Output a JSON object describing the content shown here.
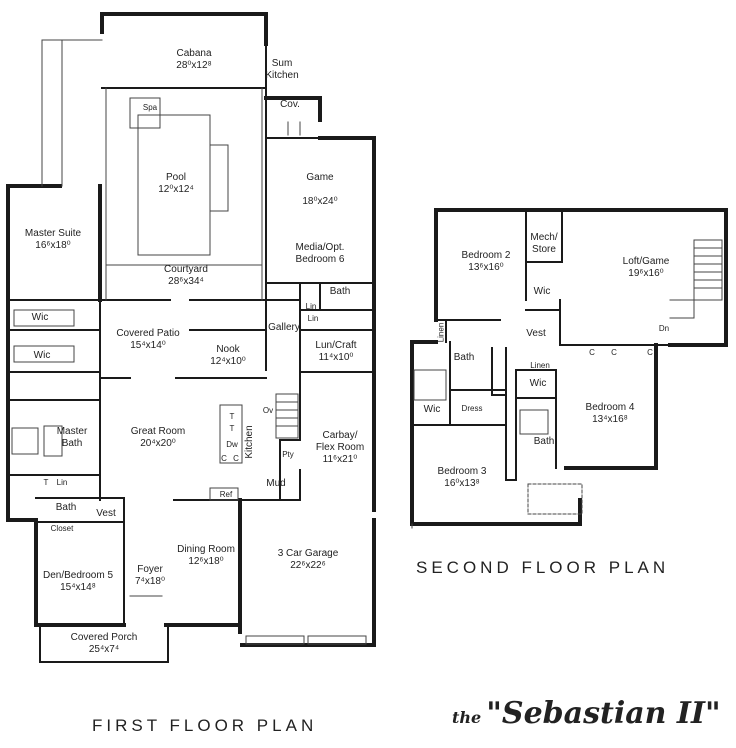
{
  "first_floor": {
    "title": "FIRST FLOOR PLAN",
    "rooms": {
      "cabana": {
        "name": "Cabana",
        "dims": "28⁰x12⁸"
      },
      "sum_kitchen": {
        "name": "Sum\nKitchen"
      },
      "cov": {
        "name": "Cov."
      },
      "spa": {
        "name": "Spa"
      },
      "pool": {
        "name": "Pool",
        "dims": "12⁰x12⁴"
      },
      "courtyard": {
        "name": "Courtyard",
        "dims": "28⁶x34⁴"
      },
      "game": {
        "name": "Game",
        "dims": "18⁰x24⁰"
      },
      "media": {
        "name": "Media/Opt.\nBedroom 6"
      },
      "master_suite": {
        "name": "Master Suite",
        "dims": "16⁶x18⁰"
      },
      "wic1": {
        "name": "Wic"
      },
      "wic2": {
        "name": "Wic"
      },
      "covered_patio": {
        "name": "Covered Patio",
        "dims": "15⁴x14⁰"
      },
      "nook": {
        "name": "Nook",
        "dims": "12⁴x10⁰"
      },
      "bath_upper": {
        "name": "Bath"
      },
      "lin1": {
        "name": "Lin"
      },
      "lin2": {
        "name": "Lin"
      },
      "gallery": {
        "name": "Gallery"
      },
      "lun_craft": {
        "name": "Lun/Craft",
        "dims": "11⁴x10⁰"
      },
      "master_bath": {
        "name": "Master\nBath"
      },
      "great_room": {
        "name": "Great Room",
        "dims": "20⁴x20⁰"
      },
      "kitchen": {
        "name": "Kitchen"
      },
      "ov": {
        "name": "Ov"
      },
      "pty": {
        "name": "Pty"
      },
      "carbay": {
        "name": "Carbay/\nFlex Room",
        "dims": "11⁶x21⁰"
      },
      "t_small": {
        "name": "T"
      },
      "lin3": {
        "name": "Lin"
      },
      "bath_lower": {
        "name": "Bath"
      },
      "vest": {
        "name": "Vest"
      },
      "closet": {
        "name": "Closet"
      },
      "ref": {
        "name": "Ref"
      },
      "mud": {
        "name": "Mud"
      },
      "den": {
        "name": "Den/Bedroom 5",
        "dims": "15⁴x14⁸"
      },
      "foyer": {
        "name": "Foyer",
        "dims": "7⁴x18⁰"
      },
      "dining": {
        "name": "Dining Room",
        "dims": "12⁶x18⁰"
      },
      "garage": {
        "name": "3 Car Garage",
        "dims": "22⁶x22⁶"
      },
      "covered_porch": {
        "name": "Covered Porch",
        "dims": "25⁴x7⁴"
      }
    },
    "island_marks": [
      "T",
      "T",
      "Dw",
      "C",
      "C"
    ]
  },
  "second_floor": {
    "title": "SECOND FLOOR PLAN",
    "rooms": {
      "bedroom2": {
        "name": "Bedroom 2",
        "dims": "13⁶x16⁰"
      },
      "mech": {
        "name": "Mech/\nStore"
      },
      "wic_a": {
        "name": "Wic"
      },
      "loft": {
        "name": "Loft/Game",
        "dims": "19⁶x16⁰"
      },
      "dn": {
        "name": "Dn"
      },
      "linen_a": {
        "name": "Linen"
      },
      "bath_a": {
        "name": "Bath"
      },
      "vest": {
        "name": "Vest"
      },
      "c1": {
        "name": "C"
      },
      "c2": {
        "name": "C"
      },
      "c3": {
        "name": "C"
      },
      "linen_b": {
        "name": "Linen"
      },
      "wic_b": {
        "name": "Wic"
      },
      "dress": {
        "name": "Dress"
      },
      "wic_c": {
        "name": "Wic"
      },
      "bedroom4": {
        "name": "Bedroom 4",
        "dims": "13⁴x16⁸"
      },
      "bath_b": {
        "name": "Bath"
      },
      "bedroom3": {
        "name": "Bedroom 3",
        "dims": "16⁰x13⁸"
      }
    }
  },
  "brand": {
    "prefix": "the",
    "name": "\"Sebastian II\""
  }
}
